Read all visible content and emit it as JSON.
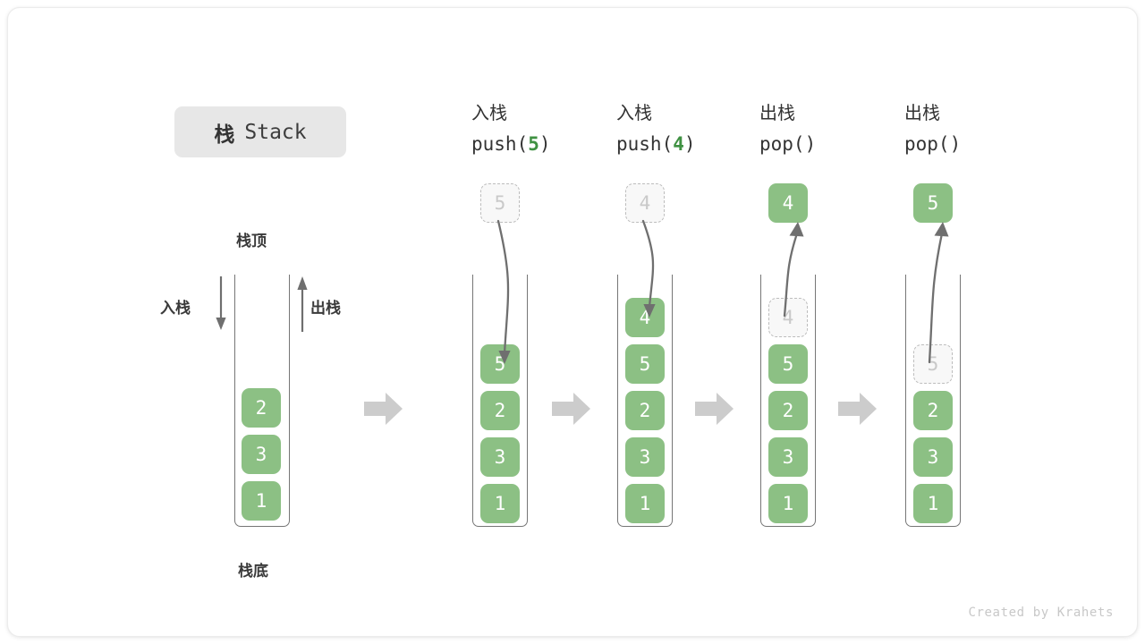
{
  "title_badge": {
    "cjk": "栈",
    "latin": "Stack"
  },
  "left_stack": {
    "label_top": "栈顶",
    "label_bottom": "栈底",
    "label_push": "入栈",
    "label_pop": "出栈",
    "cells": [
      "2",
      "3",
      "1"
    ],
    "empty_slots": 4
  },
  "columns": [
    {
      "id": "push-5",
      "head_cjk": "入栈",
      "code_prefix": "push(",
      "code_num": "5",
      "code_suffix": ")",
      "float_box": {
        "value": "5",
        "style": "ghost"
      },
      "arrow": "down-into-stack",
      "cells": [
        {
          "value": "5",
          "style": "solid"
        },
        {
          "value": "2",
          "style": "solid"
        },
        {
          "value": "3",
          "style": "solid"
        },
        {
          "value": "1",
          "style": "solid"
        }
      ]
    },
    {
      "id": "push-4",
      "head_cjk": "入栈",
      "code_prefix": "push(",
      "code_num": "4",
      "code_suffix": ")",
      "float_box": {
        "value": "4",
        "style": "ghost"
      },
      "arrow": "down-into-stack",
      "cells": [
        {
          "value": "4",
          "style": "solid"
        },
        {
          "value": "5",
          "style": "solid"
        },
        {
          "value": "2",
          "style": "solid"
        },
        {
          "value": "3",
          "style": "solid"
        },
        {
          "value": "1",
          "style": "solid"
        }
      ]
    },
    {
      "id": "pop-4",
      "head_cjk": "出栈",
      "code_prefix": "pop(",
      "code_num": "",
      "code_suffix": ")",
      "float_box": {
        "value": "4",
        "style": "solid"
      },
      "arrow": "up-out-of-stack",
      "cells": [
        {
          "value": "4",
          "style": "ghost"
        },
        {
          "value": "5",
          "style": "solid"
        },
        {
          "value": "2",
          "style": "solid"
        },
        {
          "value": "3",
          "style": "solid"
        },
        {
          "value": "1",
          "style": "solid"
        }
      ]
    },
    {
      "id": "pop-5",
      "head_cjk": "出栈",
      "code_prefix": "pop(",
      "code_num": "",
      "code_suffix": ")",
      "float_box": {
        "value": "5",
        "style": "solid"
      },
      "arrow": "up-out-of-stack",
      "cells": [
        {
          "value": "",
          "style": "gap"
        },
        {
          "value": "5",
          "style": "ghost"
        },
        {
          "value": "2",
          "style": "solid"
        },
        {
          "value": "3",
          "style": "solid"
        },
        {
          "value": "1",
          "style": "solid"
        }
      ]
    }
  ],
  "flow_arrows": 4,
  "footer": "Created by Krahets",
  "colors": {
    "green": "#8cc084",
    "green_text": "#3f9142",
    "ghost_border": "#bdbdbd",
    "ghost_fill": "#f8f8f8",
    "wall": "#767676",
    "flow_arrow": "#cccccc",
    "badge_bg": "#e7e7e7",
    "text_dark": "#333333",
    "footer_text": "#c8c8c8"
  }
}
